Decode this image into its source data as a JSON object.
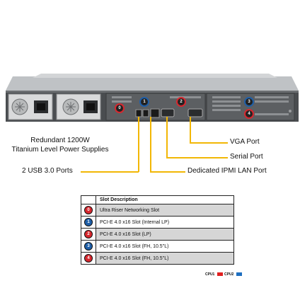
{
  "callouts": {
    "power": [
      "Redundant 1200W",
      "Titanium Level Power Supplies"
    ],
    "usb": "2 USB 3.0 Ports",
    "vga": "VGA Port",
    "serial": "Serial Port",
    "ipmi": "Dedicated IPMI LAN Port"
  },
  "table": {
    "header": "Slot Description",
    "rows": [
      {
        "marker": "0",
        "color": "#d7282f",
        "label": "Ultra Riser Networking Slot"
      },
      {
        "marker": "1",
        "color": "#1f5fa8",
        "label": "PCI-E 4.0 x16 Slot (Internal LP)"
      },
      {
        "marker": "2",
        "color": "#d7282f",
        "label": "PCI-E 4.0 x16 Slot (LP)"
      },
      {
        "marker": "3",
        "color": "#1f5fa8",
        "label": "PCI-E 4.0 x16 Slot (FH, 10.5\"L)"
      },
      {
        "marker": "4",
        "color": "#d7282f",
        "label": "PCI-E 4.0 x16 Slot (FH, 10.5\"L)"
      }
    ]
  },
  "legend": {
    "cpu1": "CPU1",
    "cpu1_color": "#e02020",
    "cpu2": "CPU2",
    "cpu2_color": "#1f6fc0"
  },
  "server_markers": [
    {
      "marker": "0",
      "color": "#d7282f"
    },
    {
      "marker": "1",
      "color": "#1f5fa8"
    },
    {
      "marker": "2",
      "color": "#d7282f"
    },
    {
      "marker": "3",
      "color": "#1f5fa8"
    },
    {
      "marker": "4",
      "color": "#d7282f"
    }
  ]
}
